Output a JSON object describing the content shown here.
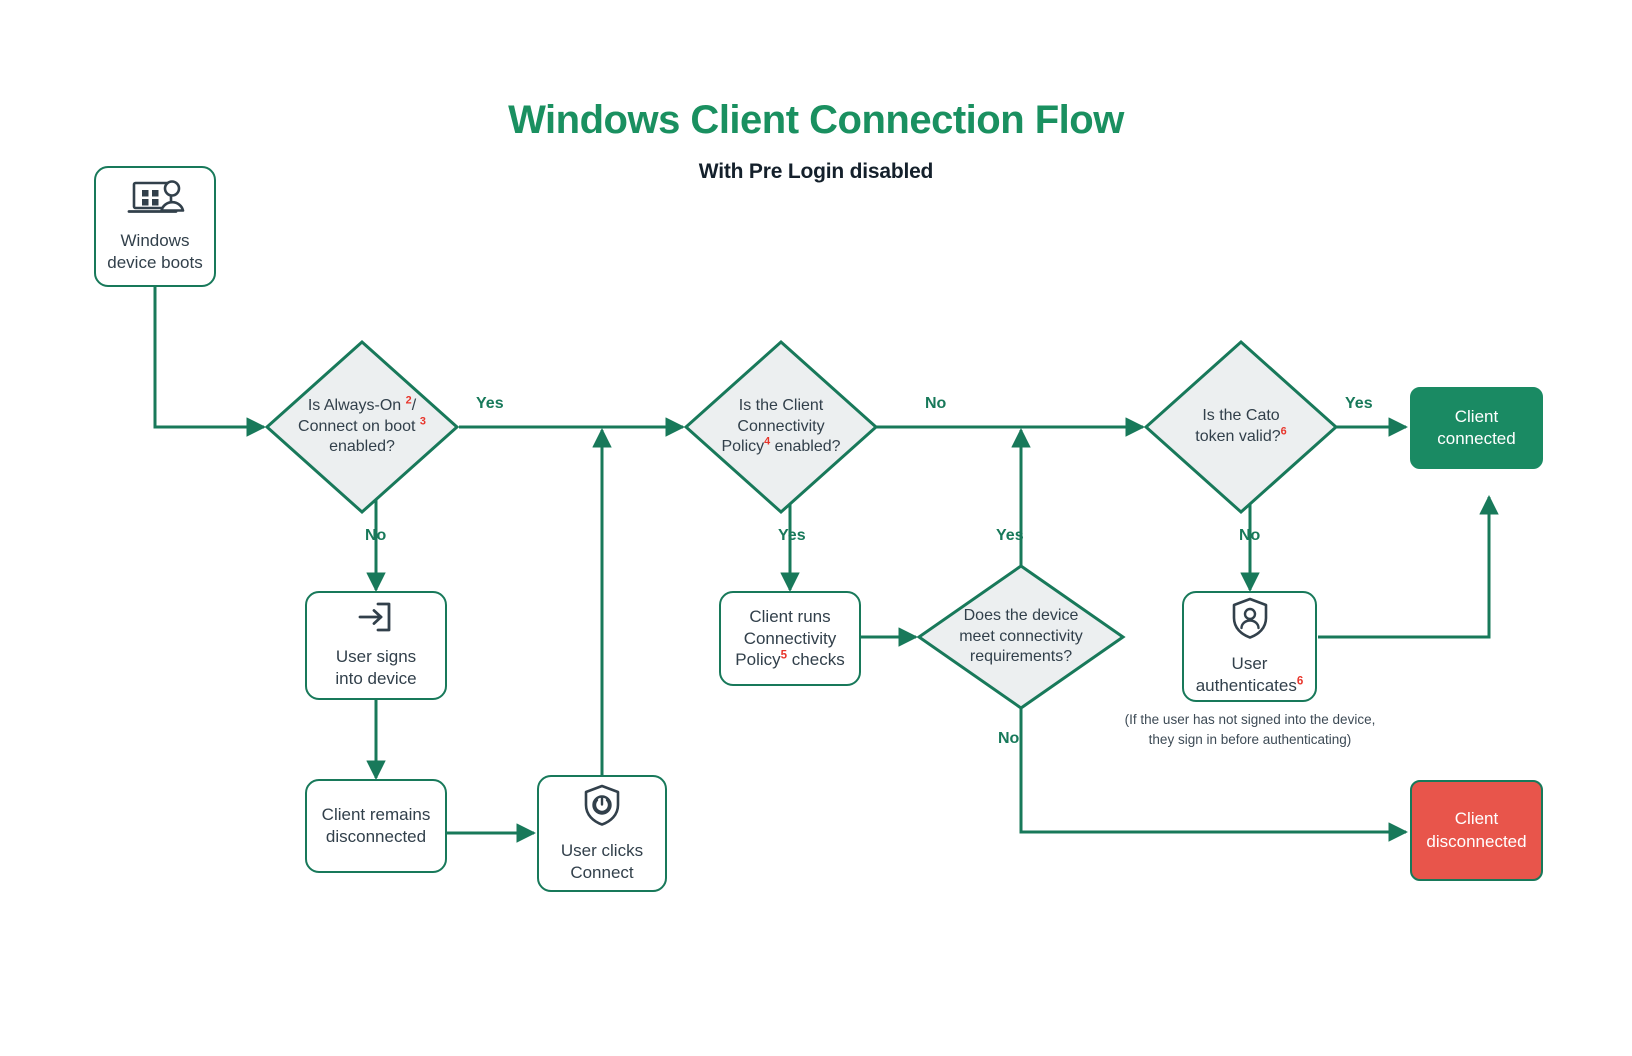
{
  "header": {
    "title": "Windows Client Connection Flow",
    "subtitle": "With Pre Login disabled"
  },
  "colors": {
    "accent_green": "#18795a",
    "title_green": "#1a9060",
    "connected_green": "#1a8a63",
    "disconnected_red": "#e8554b",
    "diamond_fill": "#eceff0",
    "footnote_red": "#e8352b",
    "text_dark": "#32404b"
  },
  "nodes": {
    "start": {
      "label_line1": "Windows",
      "label_line2": "device boots",
      "icon": "laptop-user-icon"
    },
    "decision_always_on": {
      "line1_a": "Is Always-On ",
      "line1_sup": "2",
      "line1_b": "/",
      "line2_a": "Connect on boot ",
      "line2_sup": "3",
      "line3": "enabled?"
    },
    "user_signs_in": {
      "label_line1": "User signs",
      "label_line2": "into device",
      "icon": "sign-in-arrow-icon"
    },
    "client_remains_disconnected": {
      "label_line1": "Client remains",
      "label_line2": "disconnected"
    },
    "user_clicks_connect": {
      "label_line1": "User clicks",
      "label_line2": "Connect",
      "icon": "shield-power-icon"
    },
    "decision_connectivity_policy": {
      "line1": "Is the Client",
      "line2": "Connectivity",
      "line3_a": "Policy",
      "line3_sup": "4",
      "line3_b": " enabled?"
    },
    "client_runs_checks": {
      "line1": "Client runs",
      "line2": "Connectivity",
      "line3_a": "Policy",
      "line3_sup": "5",
      "line3_b": " checks"
    },
    "decision_device_requirements": {
      "line1": "Does the device",
      "line2": "meet connectivity",
      "line3": "requirements?"
    },
    "decision_token_valid": {
      "line1": "Is the Cato",
      "line2_a": "token valid?",
      "line2_sup": "6"
    },
    "user_authenticates": {
      "label_line1": "User",
      "label_line2_a": "authenticates",
      "label_line2_sup": "6",
      "icon": "shield-person-icon",
      "note_line1": "(If the user has not signed into the device,",
      "note_line2": "they sign in before authenticating)"
    },
    "client_connected": {
      "label_line1": "Client",
      "label_line2": "connected"
    },
    "client_disconnected": {
      "label_line1": "Client",
      "label_line2": "disconnected"
    }
  },
  "edge_labels": {
    "always_on_yes": "Yes",
    "always_on_no": "No",
    "policy_no": "No",
    "policy_yes": "Yes",
    "requirements_yes": "Yes",
    "requirements_no": "No",
    "token_yes": "Yes",
    "token_no": "No"
  }
}
